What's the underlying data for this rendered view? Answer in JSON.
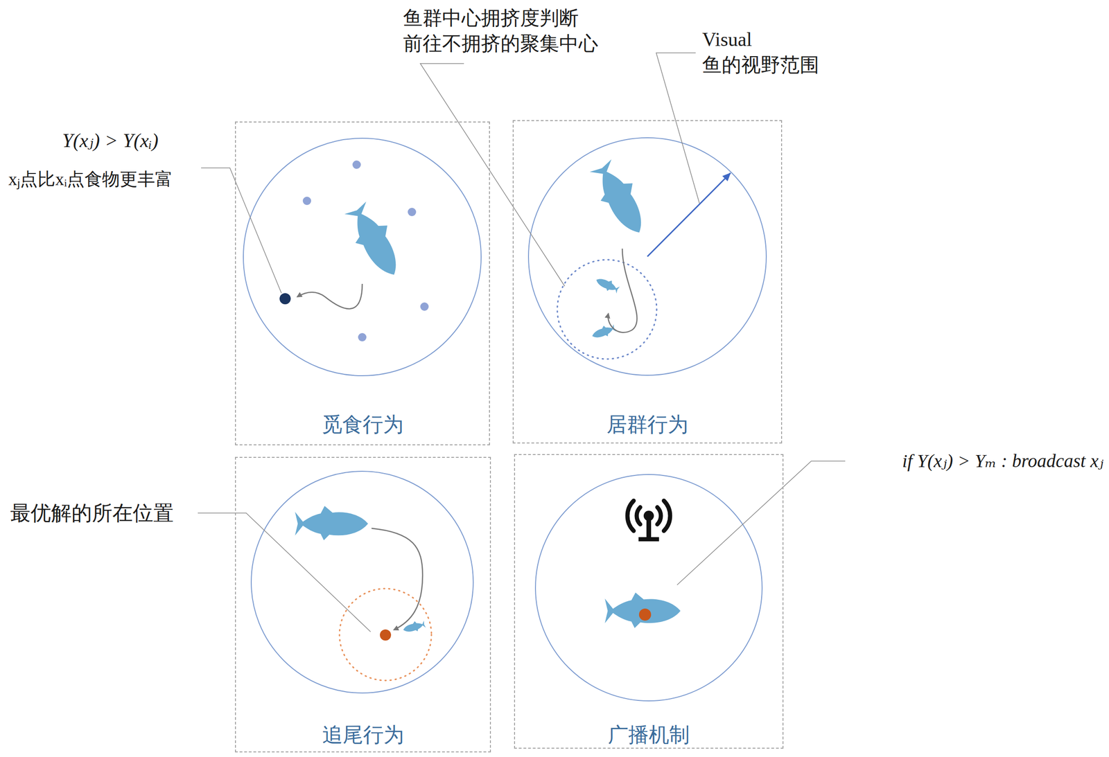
{
  "diagram": {
    "nodes": [
      {
        "text": [
          "觅食行为"
        ]
      },
      {
        "text": [
          "居群行为"
        ]
      },
      {
        "text": [
          "追尾行为"
        ]
      },
      {
        "text": [
          "广播机制"
        ]
      }
    ],
    "edges": [],
    "labels": [
      "Y(xⱼ) > Y(xᵢ)",
      "xⱼ点比xᵢ点食物更丰富",
      "鱼群中心拥挤度判断 前往不拥挤的聚集中心",
      "Visual 鱼的视野范围",
      "最优解的所在位置",
      "if Y(xⱼ) > Yₘ : broadcast xⱼ"
    ]
  }
}
